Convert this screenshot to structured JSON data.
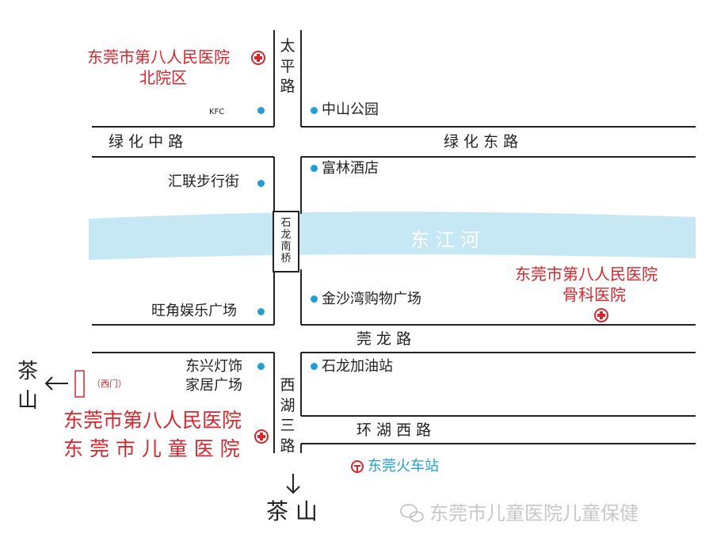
{
  "roads": {
    "taiping": "太平路",
    "lvhua_zhong": "绿 化 中 路",
    "lvhua_dong": "绿    化    东    路",
    "guanlong": "莞         龙         路",
    "xihu_san": "西湖三路",
    "huanhu_xi": "环    湖    西    路",
    "bridge": "石龙南桥"
  },
  "river": {
    "label": "东    江    河",
    "color": "#c6e8f5"
  },
  "places": {
    "hospital_north_line1": "东莞市第八人民医院",
    "hospital_north_line2": "北院区",
    "kfc": "KFC",
    "zhongshan_park": "中山公园",
    "huilian_street": "汇联步行街",
    "fulin_hotel": "富林酒店",
    "wangjiao": "旺角娱乐广场",
    "jinsha_bay": "金沙湾购物广场",
    "ortho_line1": "东莞市第八人民医院",
    "ortho_line2": "骨科医院",
    "dongxing_line1": "东兴灯饰",
    "dongxing_line2": "家居广场",
    "shilong_gas": "石龙加油站",
    "west_gate": "（西门）",
    "main_hospital_line1": "东莞市第八人民医院",
    "main_hospital_line2": "东 莞 市 儿 童 医 院",
    "train_station": "东莞火车站"
  },
  "directions": {
    "chashan_left_1": "茶",
    "chashan_left_2": "山",
    "chashan_bottom": "茶 山"
  },
  "watermark": "东莞市儿童医院儿童保健",
  "colors": {
    "red": "#d7262c",
    "blue": "#1f9fd6",
    "river": "#c6e8f5",
    "line": "#222222"
  },
  "icons": [
    "hospital-cross-icon",
    "location-dot-icon",
    "railway-station-icon",
    "arrow-left-icon",
    "arrow-down-icon",
    "wechat-icon"
  ]
}
